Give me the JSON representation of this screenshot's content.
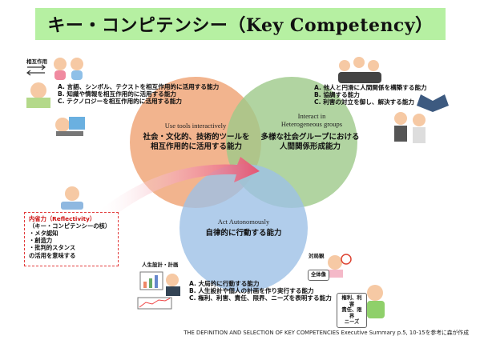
{
  "title": "キー・コンピテンシー（Key Competency）",
  "circles": {
    "tools": {
      "en": "Use tools interactively",
      "ja": [
        "社会・文化的、技術的ツールを",
        "相互作用的に活用する能力"
      ],
      "color": "#f0a77a"
    },
    "groups": {
      "en": [
        "Interact in",
        "Heterogeneous groups"
      ],
      "ja": [
        "多様な社会グループにおける",
        "人間関係形成能力"
      ],
      "color": "#9dc98a"
    },
    "autonomous": {
      "en": "Act Autonomously",
      "ja": "自律的に行動する能力",
      "color": "#9ec1e6"
    }
  },
  "tools_list": [
    "A. 言語、シンボル、テクストを相互作用的に活用する能力",
    "B. 知識や情報を相互作用的に活用する能力",
    "C. テクノロジーを相互作用的に活用する能力"
  ],
  "groups_list": [
    "A. 他人と円滑に人間関係を構築する能力",
    "B. 協調する能力",
    "C. 利害の対立を御し、解決する能力"
  ],
  "autonomous_list": [
    "A. 大局的に行動する能力",
    "B. 人生設計や個人の計画を作り実行する能力",
    "C. 権利、利害、責任、限界、ニーズを表明する能力"
  ],
  "reflectivity": [
    "内省力（Reflectivity）",
    "（キー・コンピテンシーの核）",
    "・メタ認知",
    "・創造力",
    "・批判的スタンス",
    "の活用を意味する"
  ],
  "tags": {
    "interaction": "相互作用",
    "life_design": "人生設計・計画",
    "perspective": "対局観",
    "whole_picture": "全体像",
    "rights_bubble": [
      "権利、利害",
      "責任、限界",
      "ニーズ"
    ]
  },
  "footer": "THE DEFINITION AND SELECTION OF KEY COMPETENCIES Executive Summary p.5, 10-15を参考に森が作成",
  "colors": {
    "title_bg": "#b6f0a2",
    "arrow": "#e8506e",
    "reflect_border": "#e23b3b"
  }
}
